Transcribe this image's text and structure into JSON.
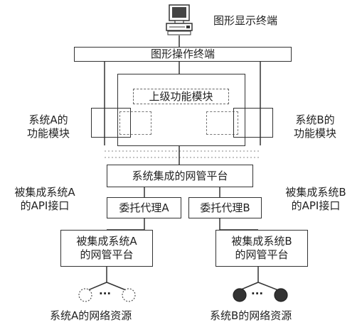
{
  "terminal": {
    "display_label": "图形显示终端",
    "operation_label": "图形操作终端"
  },
  "modules": {
    "upper_label": "上级功能模块",
    "system_a_label_line1": "系统A的",
    "system_a_label_line2": "功能模块",
    "system_b_label_line1": "系统B的",
    "system_b_label_line2": "功能模块"
  },
  "platform": {
    "integrated_label": "系统集成的网管平台"
  },
  "api": {
    "a_line1": "被集成系统A",
    "a_line2": "的API接口",
    "b_line1": "被集成系统B",
    "b_line2": "的API接口"
  },
  "agents": {
    "a_label": "委托代理A",
    "b_label": "委托代理B"
  },
  "subsystems": {
    "a_line1": "被集成系统A",
    "a_line2": "的网管平台",
    "b_line1": "被集成系统B",
    "b_line2": "的网管平台"
  },
  "resources": {
    "a_label": "系统A的网络资源",
    "b_label": "系统B的网络资源",
    "ellipsis": "···"
  }
}
